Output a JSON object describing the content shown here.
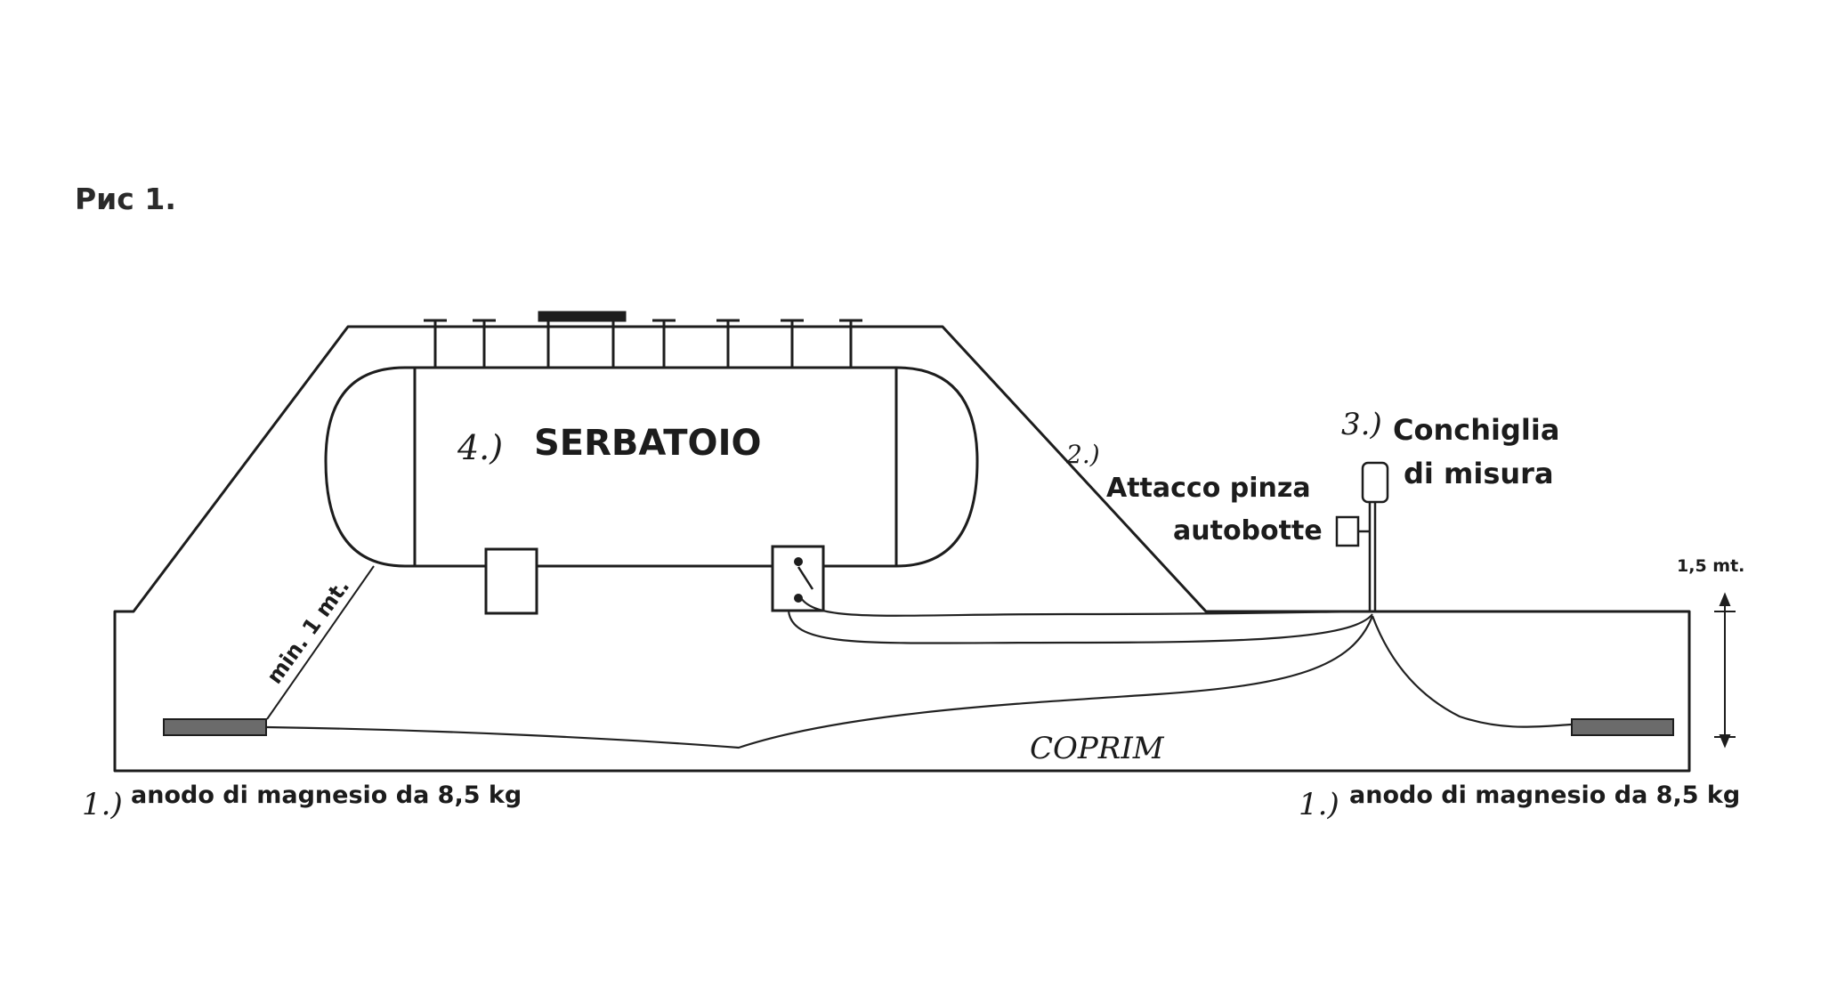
{
  "caption": "Рис 1.",
  "labels": {
    "tank_number": "4.)",
    "tank": "SERBATOIO",
    "clamp_number": "2.)",
    "clamp_line1": "Attacco pinza",
    "clamp_line2": "autobotte",
    "shell_number": "3.)",
    "shell_line1": "Conchiglia",
    "shell_line2": "di misura",
    "min_distance": "min. 1 mt.",
    "depth": "1,5 mt.",
    "backfill": "COPRIM",
    "anode_left_number": "1.)",
    "anode_left": "anodo di magnesio da 8,5 kg",
    "anode_right_number": "1.)",
    "anode_right": "anodo di magnesio da 8,5 kg"
  },
  "colors": {
    "line": "#1d1d1d",
    "anode": "#6b6b6b",
    "speckle": "#9a9a9a"
  }
}
